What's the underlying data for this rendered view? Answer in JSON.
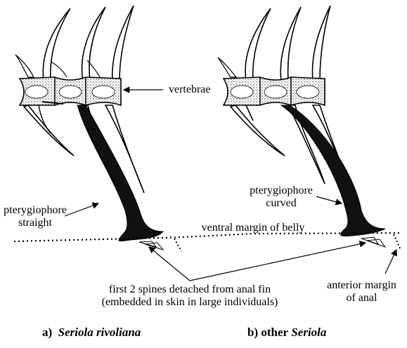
{
  "labels": {
    "vertebrae": "vertebrae",
    "ptery_straight_1": "pterygiophore",
    "ptery_straight_2": "straight",
    "ptery_curved_1": "pterygiophore",
    "ptery_curved_2": "curved",
    "ventral_margin": "ventral margin of belly",
    "spines_1": "first 2 spines detached from anal fin",
    "spines_2": "(embedded in skin in large individuals)",
    "anterior_1": "anterior margin",
    "anterior_2": "of anal"
  },
  "captions": {
    "a_prefix": "a)",
    "a_name": "Seriola rivoliana",
    "b_prefix": "b)  other",
    "b_name": "Seriola"
  }
}
